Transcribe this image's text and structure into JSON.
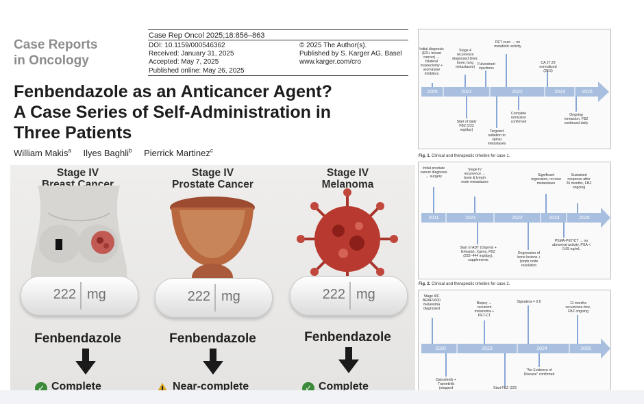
{
  "journal": {
    "line1": "Case Reports",
    "line2": "in Oncology"
  },
  "citation": "Case Rep Oncol 2025;18:856–863",
  "meta_left": [
    "DOI: 10.1159/000546362",
    "Received: January 31, 2025",
    "Accepted: May 7, 2025",
    "Published online: May 26, 2025"
  ],
  "meta_right": [
    "© 2025 The Author(s).",
    "Published by S. Karger AG, Basel",
    "www.karger.com/cro"
  ],
  "title": {
    "line1": "Fenbendazole as an Anticancer Agent?",
    "line2": "A Case Series of Self-Administration in",
    "line3": "Three Patients"
  },
  "authors": [
    {
      "name": "William Makis",
      "aff": "a"
    },
    {
      "name": "Ilyes Baghli",
      "aff": "b"
    },
    {
      "name": "Pierrick Martinez",
      "aff": "c"
    }
  ],
  "panels": [
    {
      "stage": "Stage IV",
      "cancer": "Breast Cancer",
      "pill_num": "222",
      "pill_unit": "mg",
      "drug": "Fenbendazole",
      "result": "Complete"
    },
    {
      "stage": "Stage IV",
      "cancer": "Prostate Cancer",
      "pill_num": "222",
      "pill_unit": "mg",
      "drug": "Fenbendazole",
      "result": "Near-complete"
    },
    {
      "stage": "Stage IV",
      "cancer": "Melanoma",
      "pill_num": "222",
      "pill_unit": "mg",
      "drug": "Fenbendazole",
      "result": "Complete"
    }
  ],
  "fig1": {
    "caption_bold": "Fig. 1.",
    "caption": " Clinical and therapeutic timeline for case 1.",
    "years": [
      "2005",
      "2021",
      "2022",
      "2023",
      "2025"
    ],
    "top": [
      "Initial diagnosis (ER+ breast cancer) → bilateral mastectomy + aromatase inhibitors",
      "Stage 4 recurrence diagnosed (liver, bone, lung metastases)",
      "Fulvestrant injections",
      "PET scan → no metabolic activity",
      "CA 27.29 normalized (26.5)"
    ],
    "bottom": [
      "Start of daily FBZ (222 mg/day)",
      "Targeted radiation to spinal metastases",
      "Complete remission confirmed",
      "Ongoing remission, FBZ continued daily"
    ]
  },
  "fig2": {
    "caption_bold": "Fig. 2.",
    "caption": " Clinical and therapeutic timeline for case 2.",
    "years": [
      "2011",
      "2021",
      "2022",
      "2024",
      "2025"
    ],
    "top": [
      "Initial prostate cancer diagnosis → surgery",
      "Stage IV recurrence → bone & lymph node metastases",
      "Significant regression, no new metastases",
      "Sustained response after 26 months, FBZ ongoing"
    ],
    "bottom": [
      "Start of ADT (Orgovix + Erleada), Xgeva, FBZ (222–444 mg/day), supplements",
      "Regression of bone lesions + lymph node resolution",
      "PSMA-PET/CT → no abnormal activity, PSA < 0.05 ng/mL"
    ]
  },
  "fig3": {
    "years": [
      "2020",
      "2023",
      "2024",
      "2025"
    ],
    "top": [
      "Stage IIIC BRAFV600 melanoma diagnosed",
      "Biopsy → recurrent melanoma + PET-CT",
      "Signatera = 0.0",
      "11 months recurrence-free, FBZ ongoing"
    ],
    "bottom": [
      "Dabrafenib + Trametinib (stopped",
      "Start FBZ (222",
      "\"No Evidence of Disease\" confirmed"
    ]
  }
}
